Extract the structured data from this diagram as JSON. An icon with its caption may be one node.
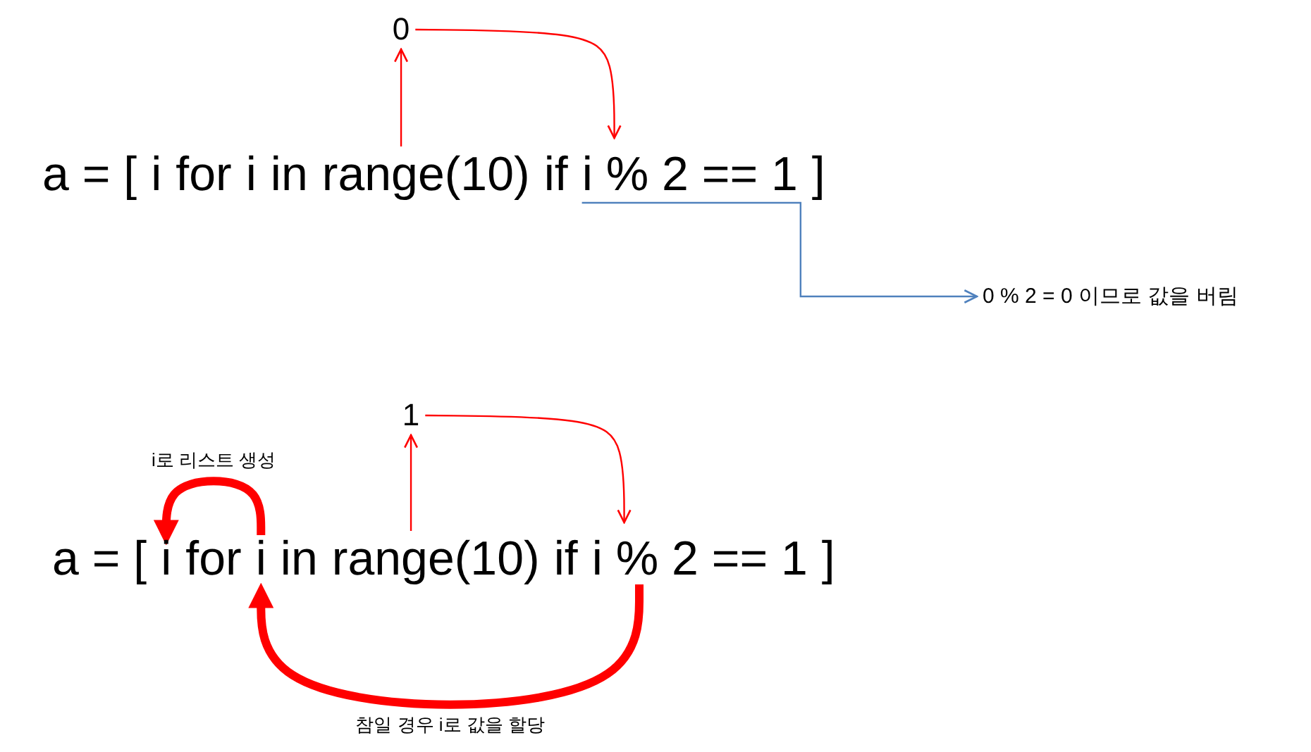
{
  "diagram": {
    "nodes": [
      {
        "text": [
          "0"
        ]
      },
      {
        "text": [
          "a = ["
        ]
      },
      {
        "text": [
          "i"
        ]
      },
      {
        "text": [
          "for"
        ]
      },
      {
        "text": [
          "i"
        ]
      },
      {
        "text": [
          "in"
        ]
      },
      {
        "text": [
          "range(10)"
        ]
      },
      {
        "text": [
          "if"
        ]
      },
      {
        "text": [
          "i % 2 == 1"
        ]
      },
      {
        "text": [
          "]"
        ]
      },
      {
        "text": [
          "0 % 2 = 0 이므로 값을 버림"
        ]
      },
      {
        "text": [
          "1"
        ]
      },
      {
        "text": [
          "a = ["
        ]
      },
      {
        "text": [
          "i"
        ]
      },
      {
        "text": [
          "for"
        ]
      },
      {
        "text": [
          "i"
        ]
      },
      {
        "text": [
          "in"
        ]
      },
      {
        "text": [
          "range(10)"
        ]
      },
      {
        "text": [
          "if"
        ]
      },
      {
        "text": [
          "i % 2 == 1"
        ]
      },
      {
        "text": [
          "]"
        ]
      }
    ],
    "edges": [
      {
        "from": 6,
        "to": 0,
        "arrow": "to"
      },
      {
        "from": 0,
        "to": 8,
        "arrow": "to"
      },
      {
        "from": 8,
        "to": 10,
        "arrow": "to",
        "color": "#4f81bd"
      },
      {
        "from": 17,
        "to": 11,
        "arrow": "to"
      },
      {
        "from": 11,
        "to": 19,
        "arrow": "to"
      },
      {
        "from": 15,
        "to": 13,
        "arrow": "to",
        "label": "i로 리스트 생성",
        "style": "thick"
      },
      {
        "from": 19,
        "to": 15,
        "arrow": "to",
        "label": "참일 경우 i로 값을 할당",
        "style": "thick"
      }
    ]
  }
}
